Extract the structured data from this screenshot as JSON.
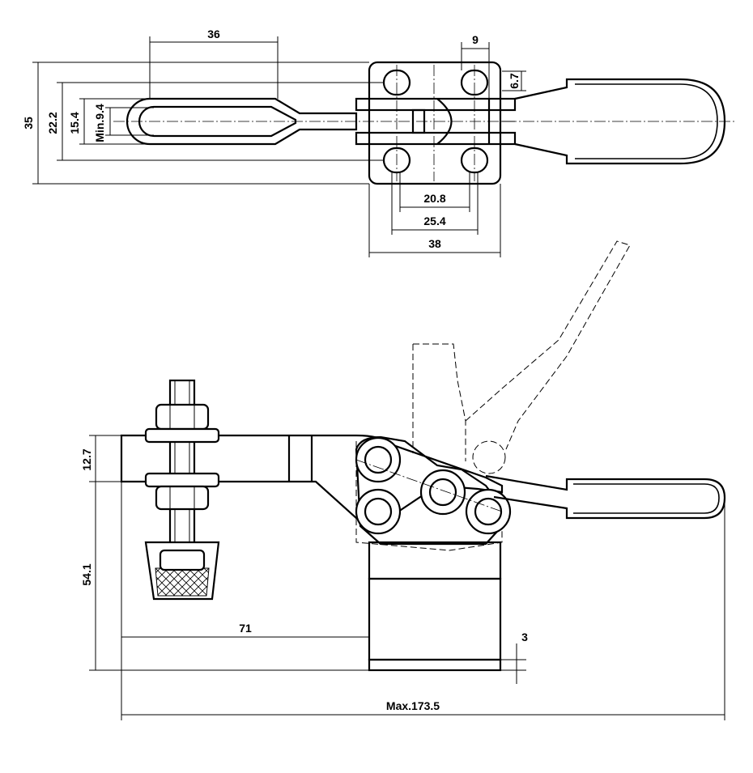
{
  "drawing": {
    "colors": {
      "line": "#000000",
      "background": "#ffffff"
    },
    "top_view_dimensions": {
      "d36": "36",
      "d9": "9",
      "d6_7": "6.7",
      "d35": "35",
      "d22_2": "22.2",
      "d15_4": "15.4",
      "dmin9_4": "Min.9.4",
      "d20_8": "20.8",
      "d25_4": "25.4",
      "d38": "38"
    },
    "side_view_dimensions": {
      "d12_7": "12.7",
      "d54_1": "54.1",
      "d71": "71",
      "d3": "3",
      "dmax": "Max.173.5"
    }
  }
}
